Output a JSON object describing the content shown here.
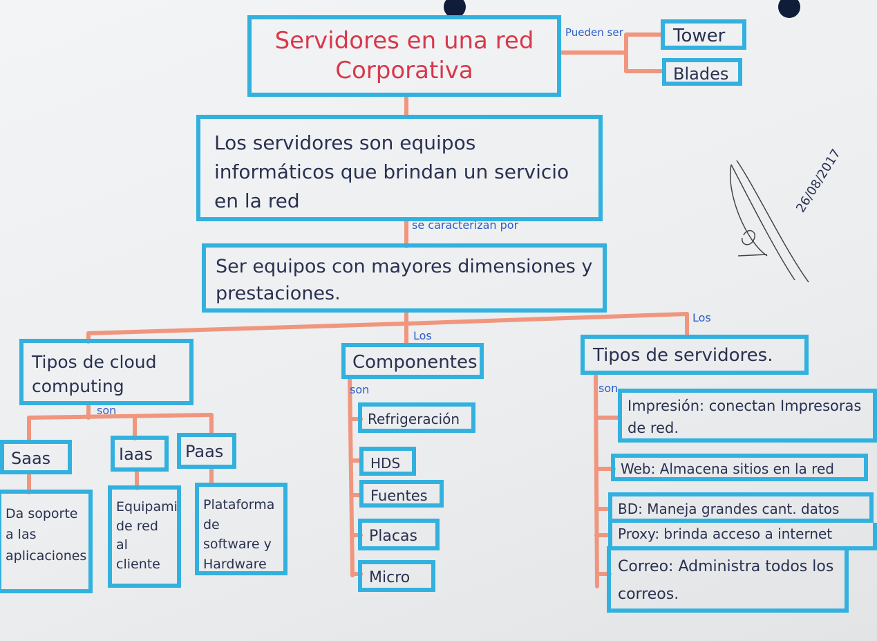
{
  "colors": {
    "box_border": "#33b1de",
    "connector": "#f0967e",
    "title_text": "#d8384b",
    "body_text": "#2a3150",
    "label_text": "#2a5cc8"
  },
  "title": "Servidores en una red Corporativa",
  "connector_labels": {
    "pueden_ser": "Pueden ser",
    "se_caracterizan": "se caracterizan por",
    "los_left": "Los",
    "los_right": "Los",
    "son_cloud": "son",
    "son_comp": "son",
    "son_tipos": "son."
  },
  "types": {
    "tower": "Tower",
    "blades": "Blades"
  },
  "definition": "Los servidores son equipos informáticos que brindan un servicio en la red",
  "characteristic": "Ser equipos con mayores dimensiones y prestaciones.",
  "cloud": {
    "heading": "Tipos de cloud computing",
    "items": [
      {
        "name": "Saas",
        "desc": "Da soporte a las aplicaciones"
      },
      {
        "name": "Iaas",
        "desc": "Equipamiento de red al cliente"
      },
      {
        "name": "Paas",
        "desc": "Plataforma de software y Hardware"
      }
    ]
  },
  "components": {
    "heading": "Componentes",
    "items": [
      "Refrigeración",
      "HDS",
      "Fuentes",
      "Placas",
      "Micro"
    ]
  },
  "server_types": {
    "heading": "Tipos de servidores.",
    "items": [
      "Impresión: conectan Impresoras de red.",
      "Web: Almacena sitios en la red",
      "BD: Maneja grandes cant. datos",
      "Proxy: brinda acceso a internet",
      "Correo: Administra todos los correos."
    ]
  },
  "signature_date": "26/08/2017"
}
